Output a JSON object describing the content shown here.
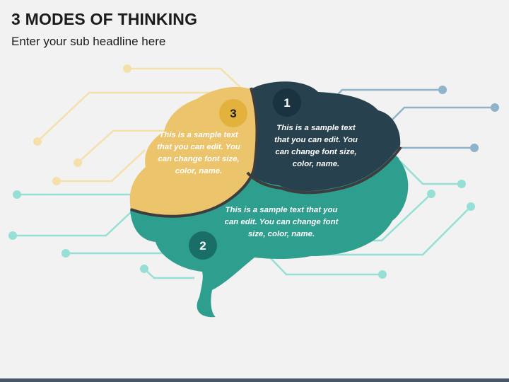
{
  "header": {
    "title": "3 MODES OF THINKING",
    "subtitle": "Enter your sub headline here"
  },
  "modes": [
    {
      "number": "1",
      "text": "This is a sample text that you can edit. You can change font size, color, name.",
      "color": "#27414f"
    },
    {
      "number": "2",
      "text": "This is a sample text that you can edit. You can change font size, color, name.",
      "color": "#2e9e8e"
    },
    {
      "number": "3",
      "text": "This is a sample text that you can edit. You can change font size, color, name.",
      "color": "#ebc46c"
    }
  ],
  "colors": {
    "background": "#f2f2f2",
    "accent_gold": "#e3b23c",
    "circuit_yellow": "#f5dfaa",
    "circuit_blue": "#8fb3c9",
    "circuit_teal": "#96dfd6",
    "bottom_bar": "#465868"
  }
}
